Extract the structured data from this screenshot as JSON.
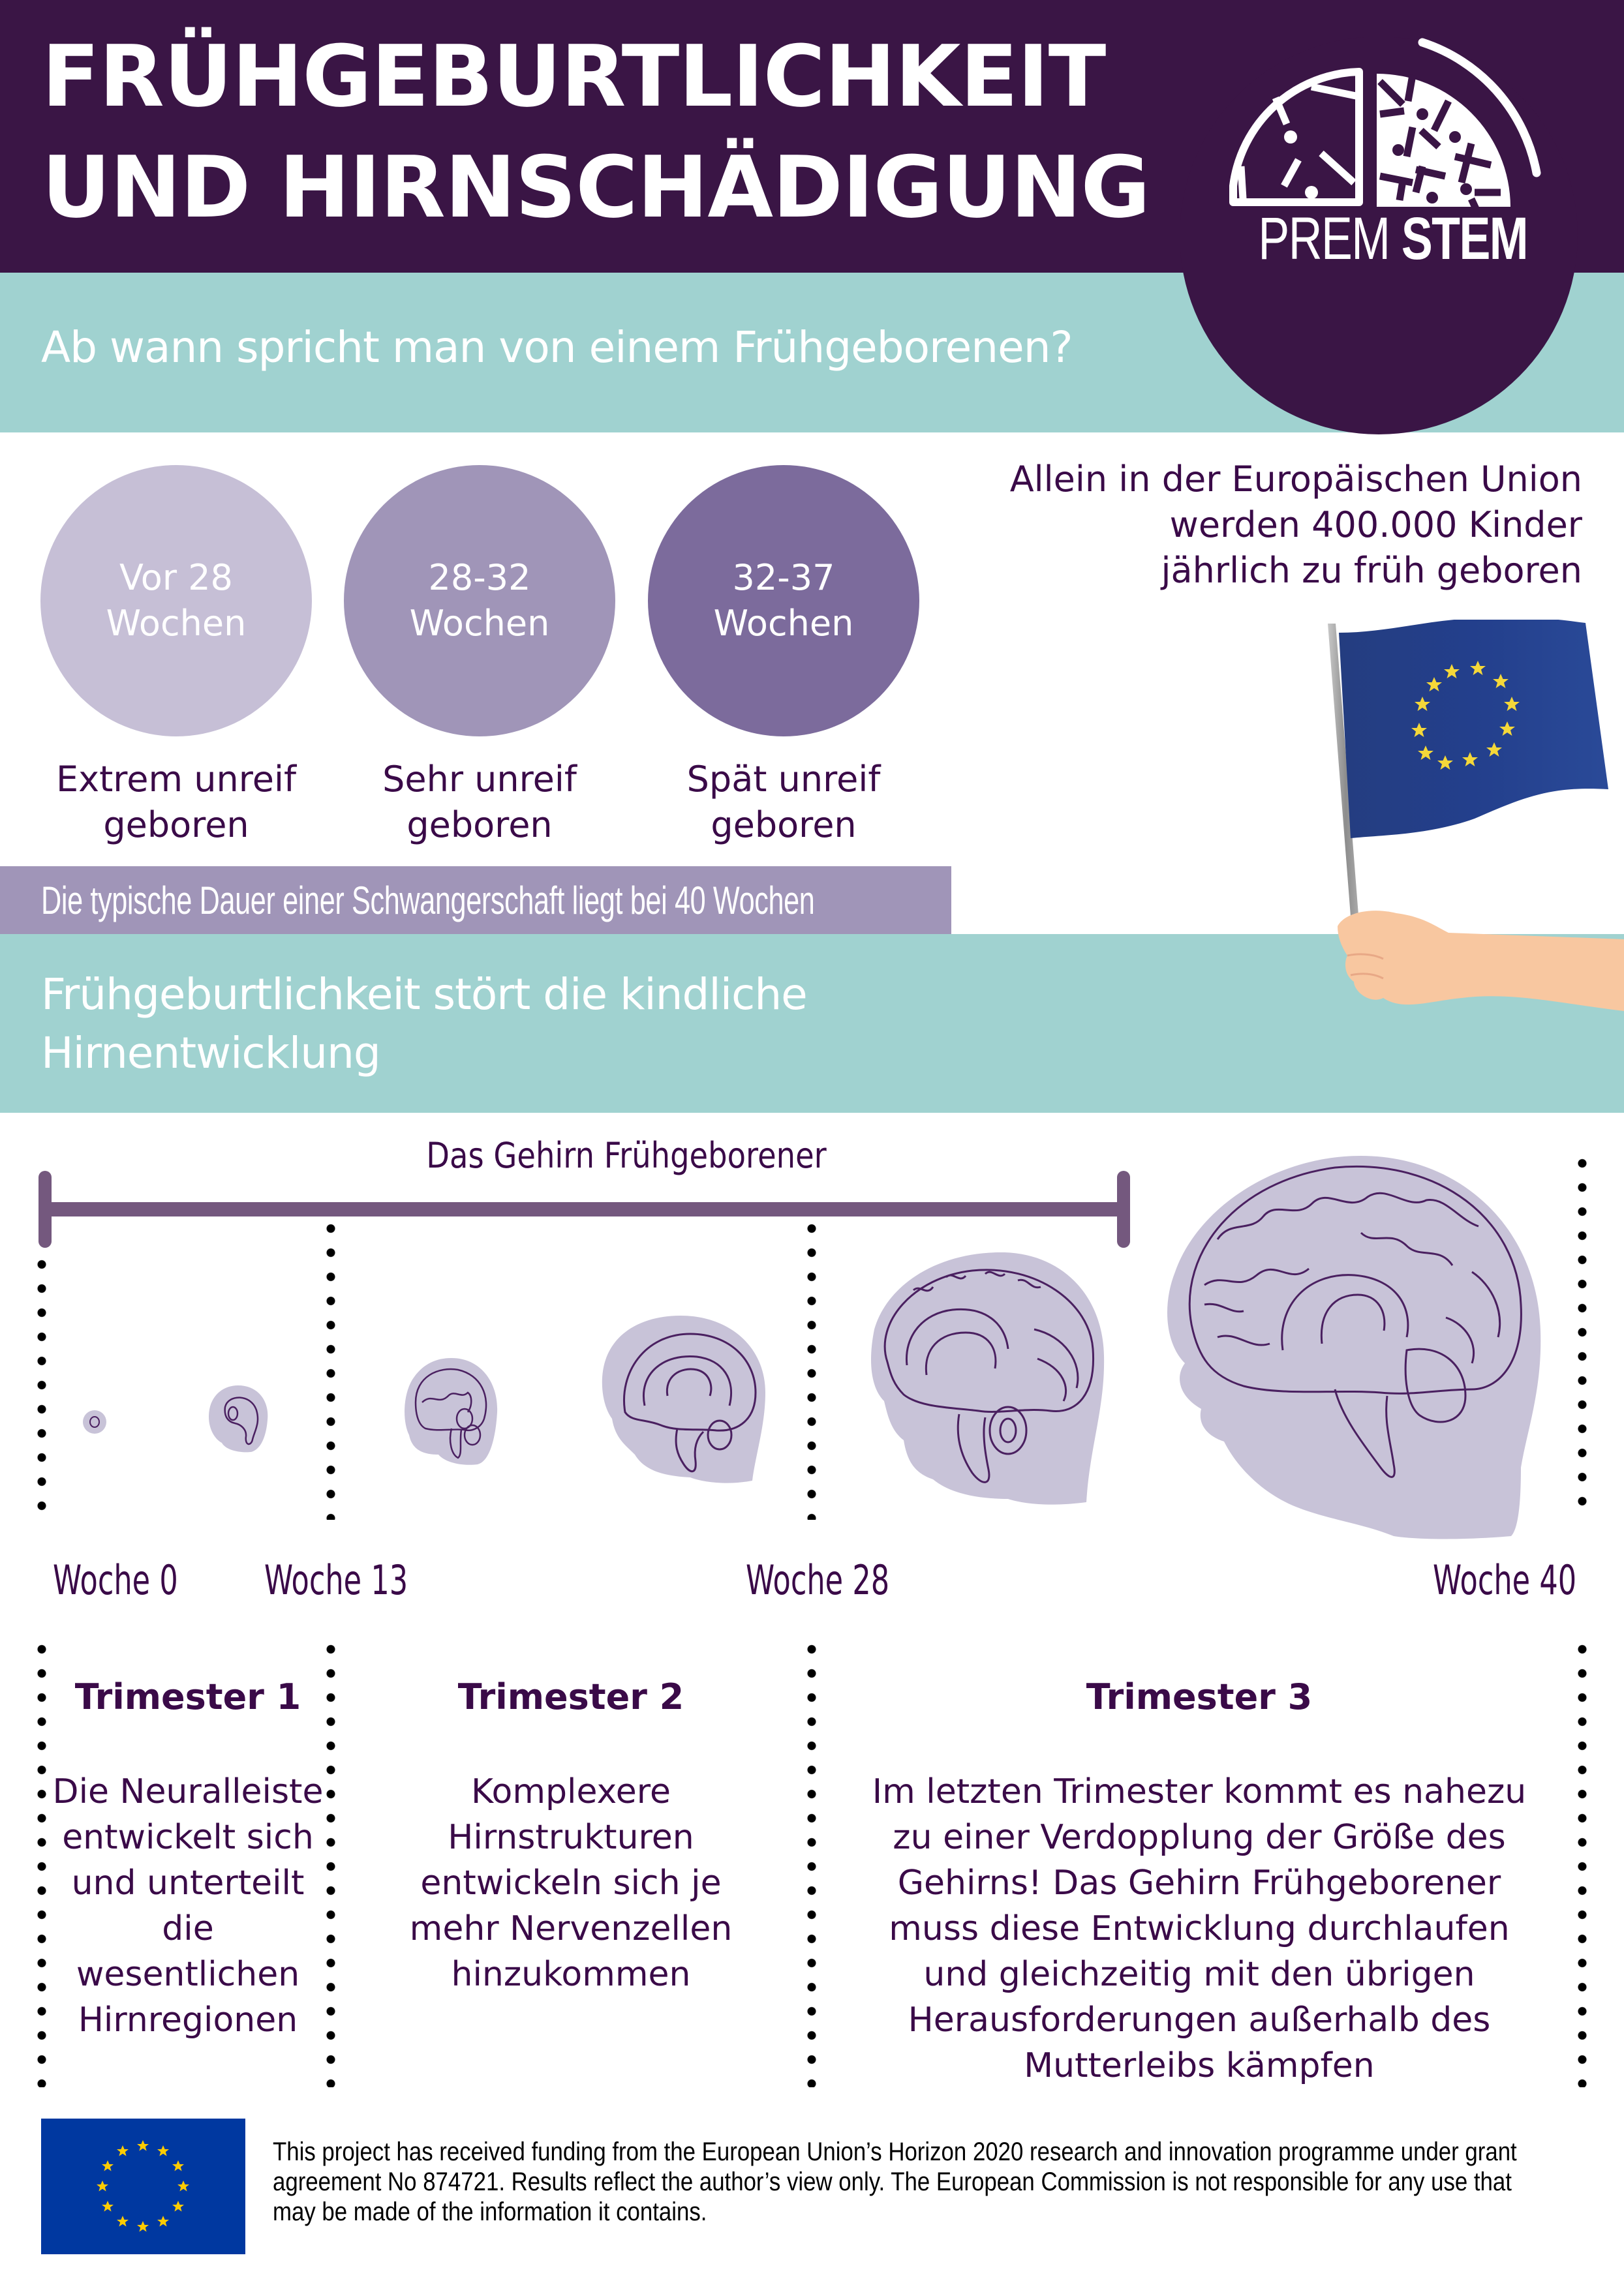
{
  "header": {
    "title_line1": "FRÜHGEBURTLICHKEIT",
    "title_line2": "UND HIRNSCHÄDIGUNG",
    "logo": {
      "icon": "brain-half-logo-icon",
      "text_regular": "PREM",
      "text_bold": "STEM"
    },
    "colors": {
      "header_bg": "#3a1545",
      "teal": "#a0d2d0",
      "text_dark": "#3a0a48"
    }
  },
  "section1": {
    "heading": "Ab wann spricht man von einem Frühgeborenen?",
    "categories": [
      {
        "range": "Vor 28",
        "unit": "Wochen",
        "caption_line1": "Extrem unreif",
        "caption_line2": "geboren",
        "color": "#c6bfd6"
      },
      {
        "range": "28-32",
        "unit": "Wochen",
        "caption_line1": "Sehr unreif",
        "caption_line2": "geboren",
        "color": "#a095b8"
      },
      {
        "range": "32-37",
        "unit": "Wochen",
        "caption_line1": "Spät unreif",
        "caption_line2": "geboren",
        "color": "#7c6b9c"
      }
    ],
    "stat": {
      "line1": "Allein in der Europäischen Union",
      "line2": "werden 400.000 Kinder",
      "line3": "jährlich zu früh geboren"
    },
    "flag_icon": "eu-flag-in-hand-icon",
    "note": "Die typische Dauer einer Schwangerschaft liegt bei 40 Wochen"
  },
  "section2": {
    "heading_line1": "Frühgeburtlichkeit stört die kindliche",
    "heading_line2": "Hirnentwicklung",
    "bracket_label": "Das Gehirn Frühgeborener",
    "weeks": [
      "Woche 0",
      "Woche 13",
      "Woche 28",
      "Woche 40"
    ],
    "heads": [
      "embryo-dot-icon",
      "brain-head-week8-icon",
      "brain-head-week18-icon",
      "brain-head-week24-icon",
      "brain-head-week28-icon",
      "brain-head-week40-icon"
    ],
    "trimesters": [
      {
        "title": "Trimester 1",
        "body": "Die Neuralleiste entwickelt sich und unterteilt die wesentlichen Hirnregionen"
      },
      {
        "title": "Trimester 2",
        "body": "Komplexere Hirnstrukturen entwickeln sich je mehr Nervenzellen hinzukommen"
      },
      {
        "title": "Trimester 3",
        "body": "Im letzten Trimester kommt es nahezu zu einer Verdopplung der Größe des Gehirns! Das Gehirn Frühgeborener muss diese Entwicklung durchlaufen und gleichzeitig mit den übrigen Herausforderungen außerhalb des Mutterleibs kämpfen"
      }
    ]
  },
  "footer": {
    "flag_icon": "eu-flag-icon",
    "text": "This project has received funding from the European Union’s Horizon 2020 research and innovation programme under grant agreement No 874721. Results reflect the author’s view only. The European Commission is not responsible for any use that may be made of the information it contains."
  }
}
